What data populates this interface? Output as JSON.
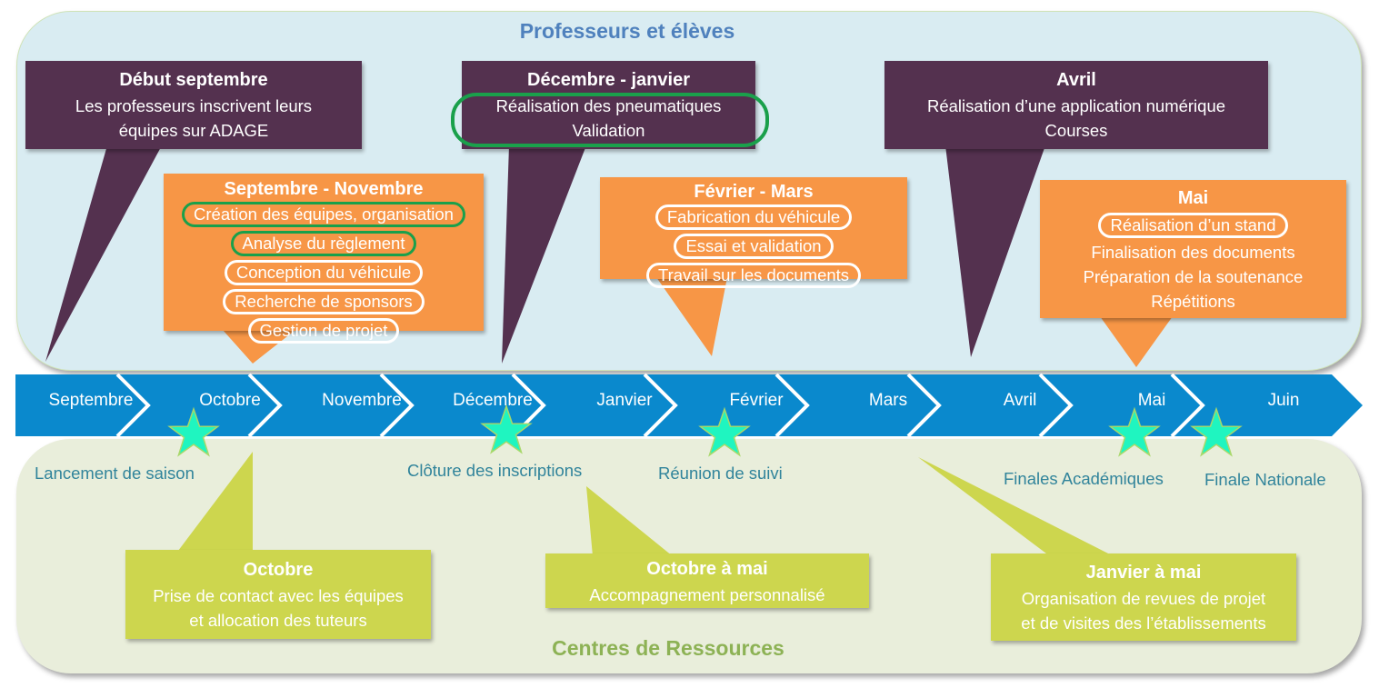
{
  "top_section": {
    "title": "Professeurs et élèves",
    "callouts": [
      {
        "title": "Début septembre",
        "lines": [
          "Les professeurs inscrivent leurs",
          "équipes sur ADAGE"
        ]
      },
      {
        "title": "Décembre - janvier",
        "lines": [
          "Réalisation des pneumatiques",
          "Validation"
        ],
        "highlight": "green"
      },
      {
        "title": "Avril",
        "lines": [
          "Réalisation d’une application numérique",
          "Courses"
        ]
      }
    ],
    "tasks": [
      {
        "title": "Septembre - Novembre",
        "items": [
          {
            "text": "Création des équipes, organisation",
            "ring": "green"
          },
          {
            "text": "Analyse du règlement",
            "ring": "green"
          },
          {
            "text": "Conception du véhicule",
            "ring": "white"
          },
          {
            "text": "Recherche de sponsors",
            "ring": "white"
          },
          {
            "text": "Gestion de projet",
            "ring": "white"
          }
        ]
      },
      {
        "title": "Février - Mars",
        "items": [
          {
            "text": "Fabrication du véhicule",
            "ring": "white"
          },
          {
            "text": "Essai et validation",
            "ring": "white"
          },
          {
            "text": "Travail sur les documents",
            "ring": "white"
          }
        ]
      },
      {
        "title": "Mai",
        "items": [
          {
            "text": "Réalisation d’un stand",
            "ring": "white"
          },
          {
            "text": "Finalisation des documents",
            "ring": "none"
          },
          {
            "text": "Préparation de la soutenance",
            "ring": "none"
          },
          {
            "text": "Répétitions",
            "ring": "none"
          }
        ]
      }
    ]
  },
  "timeline": {
    "months": [
      "Septembre",
      "Octobre",
      "Novembre",
      "Décembre",
      "Janvier",
      "Février",
      "Mars",
      "Avril",
      "Mai",
      "Juin"
    ],
    "milestones": [
      {
        "label": "Lancement de saison",
        "icon": "star-icon"
      },
      {
        "label": "Clôture des inscriptions",
        "icon": "star-icon"
      },
      {
        "label": "Réunion de suivi",
        "icon": "star-icon"
      },
      {
        "label": "Finales Académiques",
        "icon": "star-icon"
      },
      {
        "label": "Finale Nationale",
        "icon": "star-icon"
      }
    ]
  },
  "bottom_section": {
    "title": "Centres de Ressources",
    "callouts": [
      {
        "title": "Octobre",
        "lines": [
          "Prise de contact avec les équipes",
          "et allocation des tuteurs"
        ]
      },
      {
        "title": "Octobre à mai",
        "lines": [
          "Accompagnement personnalisé"
        ]
      },
      {
        "title": "Janvier à mai",
        "lines": [
          "Organisation de revues de projet",
          "et de visites des l’établissements"
        ]
      }
    ]
  },
  "colors": {
    "purple": "#54314f",
    "orange": "#f79646",
    "lime": "#cdd64e",
    "timeline_blue": "#0a89cd",
    "star": "#1ff5c0",
    "highlight_green": "#1aa04b"
  }
}
